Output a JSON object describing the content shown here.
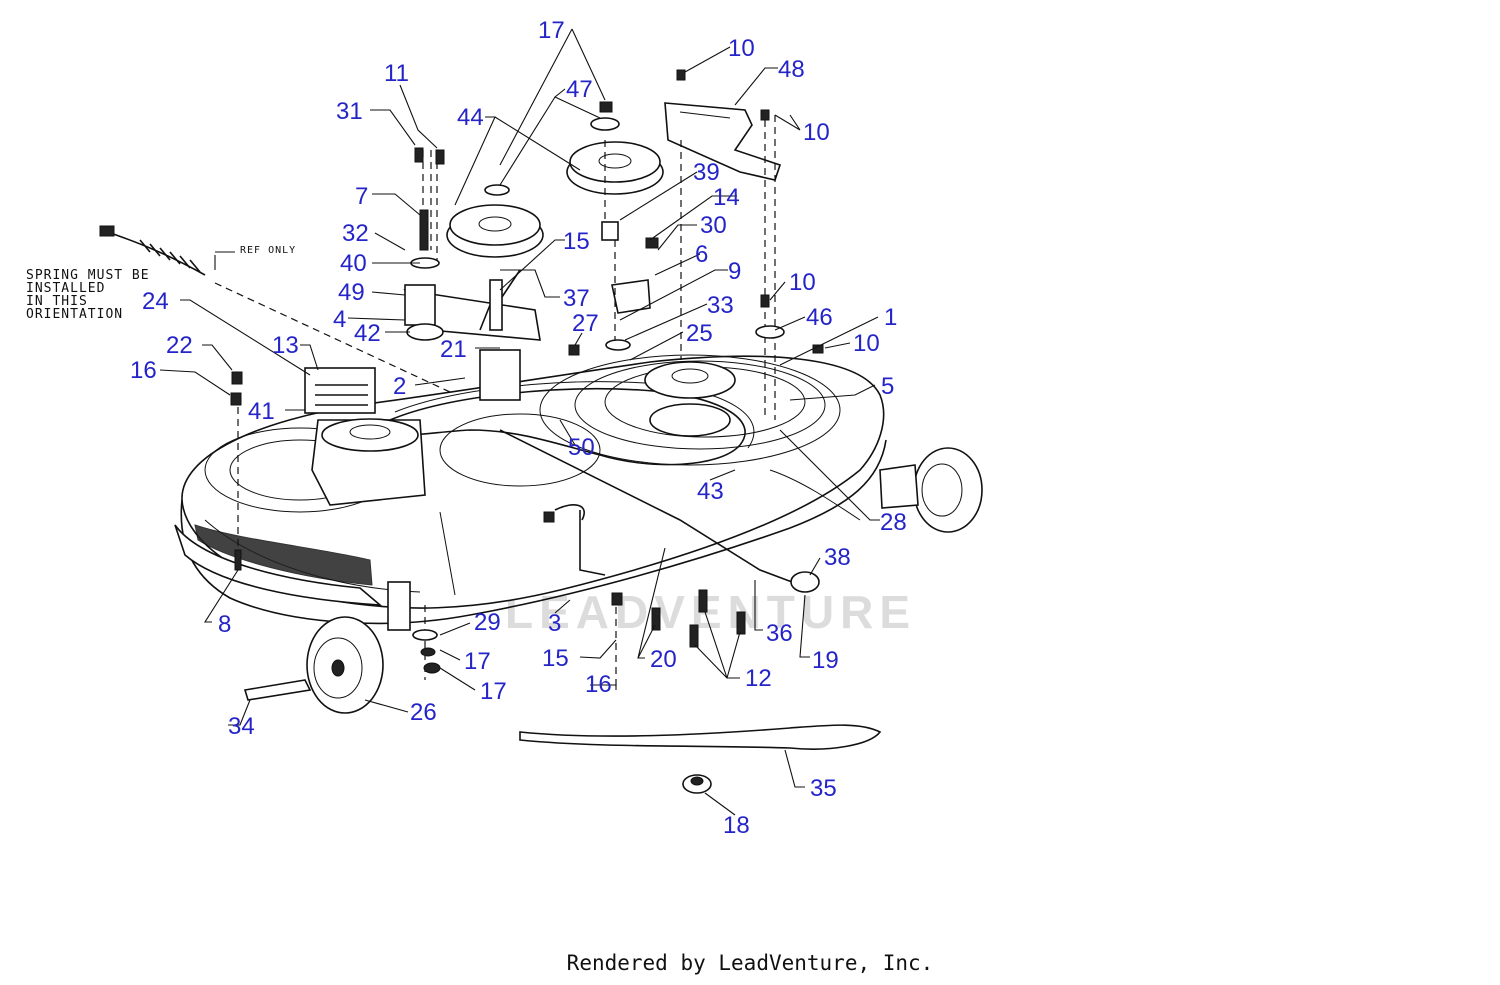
{
  "notes": {
    "spring_orientation": [
      "SPRING MUST BE",
      "INSTALLED",
      "IN THIS",
      "ORIENTATION"
    ],
    "ref_only": "REF ONLY"
  },
  "watermark": "LEADVENTURE",
  "footer": "Rendered by LeadVenture, Inc.",
  "callouts": {
    "c17_top": "17",
    "c10_top": "10",
    "c48": "48",
    "c11": "11",
    "c47": "47",
    "c31": "31",
    "c44": "44",
    "c10_b": "10",
    "c7": "7",
    "c39": "39",
    "c14": "14",
    "c30": "30",
    "c32": "32",
    "c15_top": "15",
    "c40": "40",
    "c6": "6",
    "c9": "9",
    "c49": "49",
    "c37": "37",
    "c10_c": "10",
    "c24": "24",
    "c33": "33",
    "c4": "4",
    "c27": "27",
    "c46": "46",
    "c1": "1",
    "c42": "42",
    "c25": "25",
    "c21": "21",
    "c10_d": "10",
    "c22": "22",
    "c13": "13",
    "c16_l": "16",
    "c2": "2",
    "c5": "5",
    "c41": "41",
    "c50": "50",
    "c43": "43",
    "c28": "28",
    "c38": "38",
    "c29": "29",
    "c8": "8",
    "c3": "3",
    "c36": "36",
    "c15_b": "15",
    "c20": "20",
    "c17_b1": "17",
    "c19": "19",
    "c12": "12",
    "c16_b": "16",
    "c17_b2": "17",
    "c26": "26",
    "c34": "34",
    "c35": "35",
    "c18": "18"
  }
}
